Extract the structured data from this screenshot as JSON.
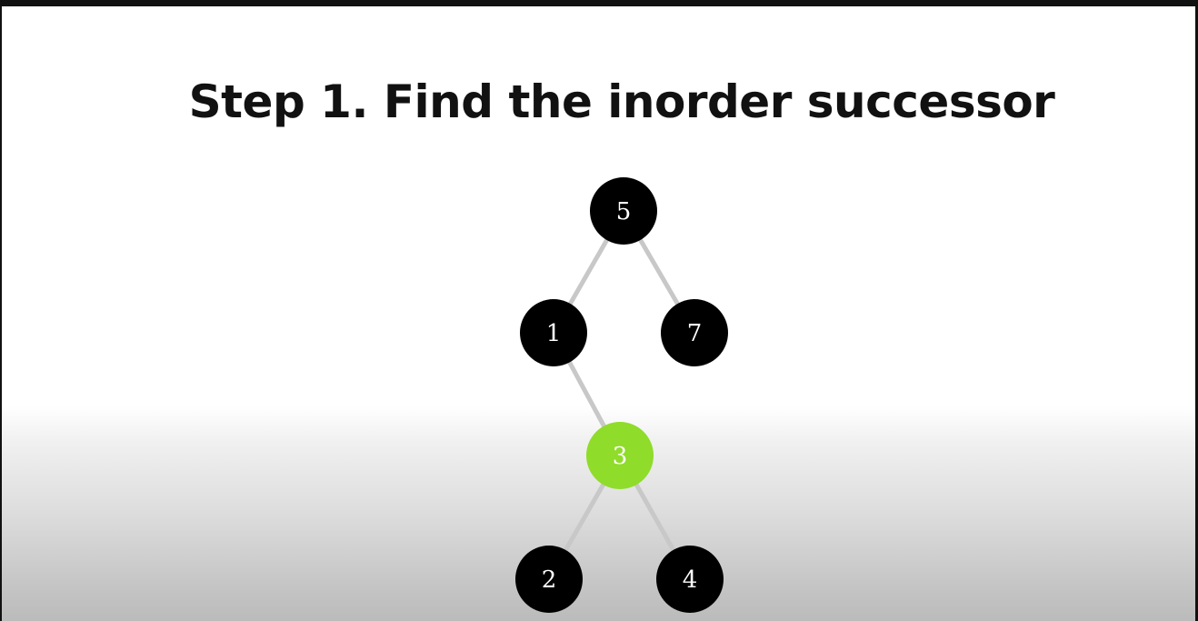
{
  "title": "Step 1. Find the inorder successor",
  "colors": {
    "node": "#000000",
    "highlight": "#8fdc2a",
    "edge": "#c8c8c8",
    "label": "#ffffff"
  },
  "tree": {
    "nodes": [
      {
        "id": "n5",
        "value": "5",
        "highlighted": false
      },
      {
        "id": "n1",
        "value": "1",
        "highlighted": false
      },
      {
        "id": "n7",
        "value": "7",
        "highlighted": false
      },
      {
        "id": "n3",
        "value": "3",
        "highlighted": true
      },
      {
        "id": "n2",
        "value": "2",
        "highlighted": false
      },
      {
        "id": "n4",
        "value": "4",
        "highlighted": false
      }
    ],
    "edges": [
      {
        "from": "n5",
        "to": "n1"
      },
      {
        "from": "n5",
        "to": "n7"
      },
      {
        "from": "n1",
        "to": "n3"
      },
      {
        "from": "n3",
        "to": "n2"
      },
      {
        "from": "n3",
        "to": "n4"
      }
    ]
  }
}
